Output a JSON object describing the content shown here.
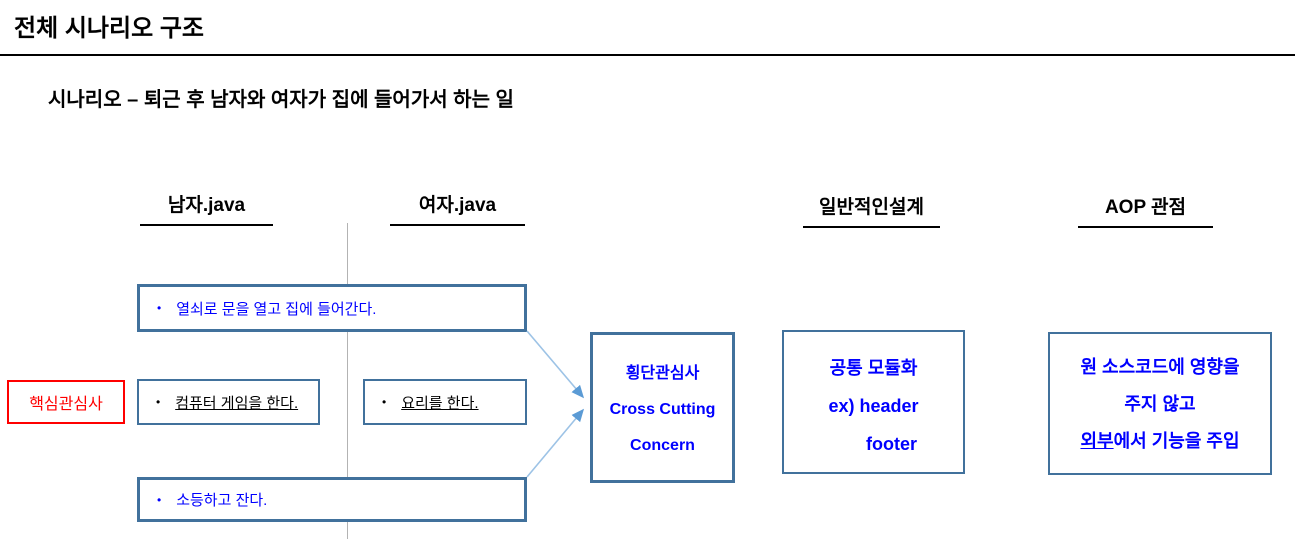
{
  "slide": {
    "title": "전체 시나리오 구조",
    "subtitle": "시나리오 – 퇴근 후 남자와 여자가 집에 들어가서 하는 일"
  },
  "column_headers": {
    "man": "남자.java",
    "woman": "여자.java",
    "general_design": "일반적인설계",
    "aop_view": "AOP 관점"
  },
  "core_concern_label": "핵심관심사",
  "bullet_char": "•",
  "tasks": {
    "enter_home": "열쇠로 문을 열고 집에 들어간다.",
    "computer_game": "컴퓨터 게임을 한다.",
    "cooking": "요리를 한다.",
    "lights_off_sleep": "소등하고 잔다."
  },
  "cross_cutting_box": {
    "line1": "횡단관심사",
    "line2": "Cross Cutting",
    "line3": "Concern"
  },
  "common_module_box": {
    "line1": "공통 모듈화",
    "line2": "ex) header",
    "line3": "footer"
  },
  "aop_box": {
    "line1": "원 소스코드에 영향을",
    "line2": "주지 않고",
    "line3_underlined": "외부",
    "line3_rest": "에서 기능을 주입"
  },
  "colors": {
    "box_border": "#41719C",
    "text_blue": "#0000FF",
    "accent_red": "#FF0000",
    "arrow_line": "#9DC3E6",
    "arrow_head": "#5B9BD5",
    "divider_gray": "#B3B3B3",
    "title_text": "#000000"
  }
}
